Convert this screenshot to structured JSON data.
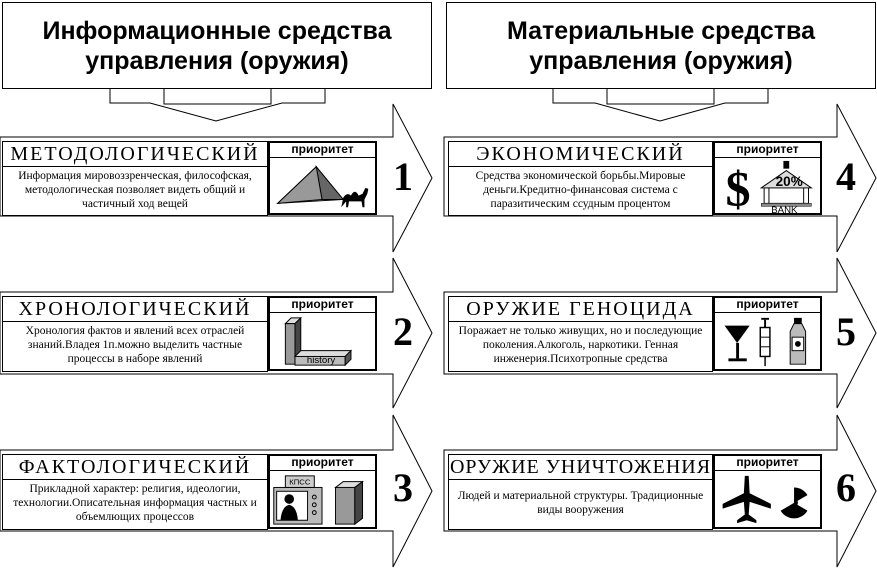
{
  "left_column": {
    "header": "Информационные средства управления (оружия)",
    "items": [
      {
        "title": "МЕТОДОЛОГИЧЕСКИЙ",
        "description": "Информация мировоззренческая, философская, методологическая позволяет видеть общий и частичный ход вещей",
        "priority_label": "приоритет",
        "number": "1"
      },
      {
        "title": "ХРОНОЛОГИЧЕСКИЙ",
        "description": "Хронология фактов и явлений всех отраслей знаний.Владея 1п.можно выделить частные процессы в наборе явлений",
        "priority_label": "приоритет",
        "number": "2",
        "picture_text": "history"
      },
      {
        "title": "ФАКТОЛОГИЧЕСКИЙ",
        "description": "Прикладной характер: религия, идеологии, технологии.Описательная информация частных и объемлющих процессов",
        "priority_label": "приоритет",
        "number": "3",
        "picture_text": "КПСС"
      }
    ]
  },
  "right_column": {
    "header": "Материальные средства управления (оружия)",
    "items": [
      {
        "title": "ЭКОНОМИЧЕСКИЙ",
        "description": "Средства экономической борьбы.Мировые деньги.Кредитно-финансовая система с паразитическим ссудным процентом",
        "priority_label": "приоритет",
        "number": "4",
        "picture_text": "20%",
        "picture_caption": "BANK"
      },
      {
        "title": "ОРУЖИЕ ГЕНОЦИДА",
        "description": "Поражает не только живущих, но и последующие поколения.Алкоголь, наркотики. Генная инженерия.Психотропные средства",
        "priority_label": "приоритет",
        "number": "5"
      },
      {
        "title": "ОРУЖИЕ УНИЧТОЖЕНИЯ",
        "description": "Людей и материальной структуры. Традиционные виды вооружения",
        "priority_label": "приоритет",
        "number": "6"
      }
    ]
  },
  "icons": [
    "pyramid-icon",
    "camel-icon",
    "book-icon",
    "tv-icon",
    "dollar-icon",
    "bank-icon",
    "cocktail-icon",
    "syringe-icon",
    "bottle-icon",
    "airplane-icon",
    "radiation-icon"
  ]
}
